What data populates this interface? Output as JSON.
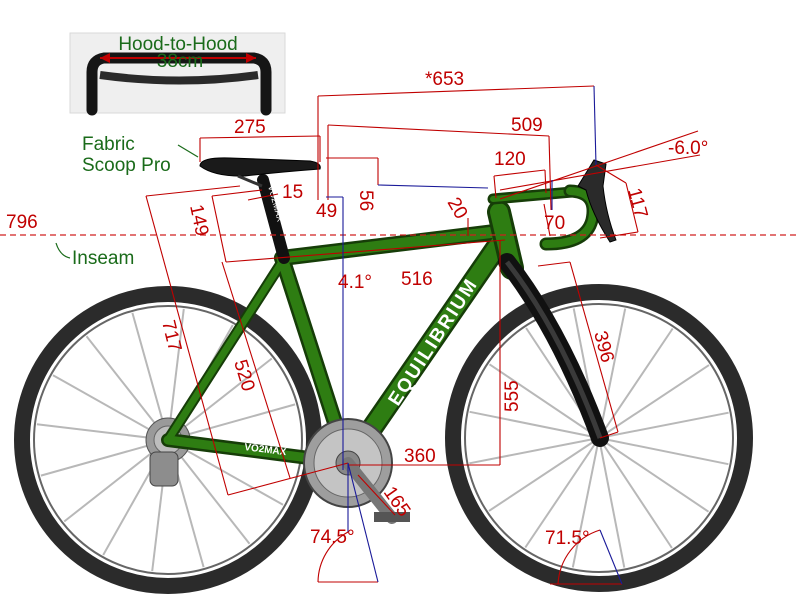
{
  "inset": {
    "title": "Hood-to-Hood",
    "value": "38cm"
  },
  "saddle_label": {
    "line1": "Fabric",
    "line2": "Scoop Pro"
  },
  "inseam": {
    "value": "796",
    "label": "Inseam"
  },
  "frame_text": {
    "downtube": "EQUILIBRIUM",
    "chainstay": "VO2MAX",
    "seatpost": "VO2MAX"
  },
  "measurements": {
    "reach_total": "*653",
    "saddle_setback": "275",
    "bar_reach": "509",
    "stem_length": "120",
    "stem_angle": "-6.0°",
    "saddle_height_offset": "56",
    "seatpost_offset": "15",
    "seat_cluster_gap": "49",
    "spacer_stack": "20",
    "bar_drop": "70",
    "headset_stack": "117",
    "seat_extension": "149",
    "seat_angle_offset": "4.1°",
    "top_tube": "516",
    "saddle_to_pedal": "717",
    "seat_tube": "520",
    "fork_length": "396",
    "stack": "555",
    "bb_to_front": "360",
    "crank_length": "165",
    "seat_angle": "74.5°",
    "head_angle": "71.5°"
  },
  "colors": {
    "dimension": "#c00000",
    "reference": "#1a1a99",
    "frame": "#2e7d12",
    "label": "#1a6b1a",
    "inseam_line": "#d02020"
  }
}
